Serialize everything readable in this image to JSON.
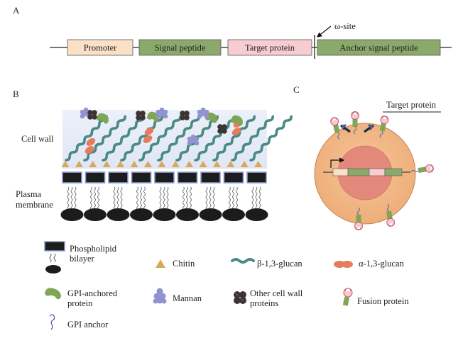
{
  "panels": {
    "a": "A",
    "b": "B",
    "c": "C"
  },
  "construct": {
    "segments": [
      {
        "label": "Promoter",
        "color": "#fbe0c6"
      },
      {
        "label": "Signal peptide",
        "color": "#8ba96a"
      },
      {
        "label": "Target protein",
        "color": "#f8ccd0"
      },
      {
        "label": "Anchor signal peptide",
        "color": "#8ba96a"
      }
    ],
    "site_label": "ω-site"
  },
  "cellwall": {
    "cell_wall_label": "Cell wall",
    "plasma_label_1": "Plasma",
    "plasma_label_2": "membrane"
  },
  "cell": {
    "target_label": "Target protein"
  },
  "legend": {
    "phospholipid_1": "Phospholipid",
    "phospholipid_2": "bilayer",
    "chitin": "Chitin",
    "beta_glucan": "β-1,3-glucan",
    "alpha_glucan": "α-1,3-glucan",
    "gpi_protein_1": "GPI-anchored",
    "gpi_protein_2": "protein",
    "mannan": "Mannan",
    "other_1": "Other cell wall",
    "other_2": "proteins",
    "fusion": "Fusion protein",
    "gpi_anchor": "GPI anchor"
  },
  "colors": {
    "wall_bg": "#e6ecf8",
    "glucan": "#4a8a85",
    "chitin": "#d9a85c",
    "alpha": "#e57c5e",
    "gpi": "#7fa655",
    "mannan": "#8f94d0",
    "other": "#3b3433",
    "lipid": "#1c1c1c",
    "cell": "#f0b583",
    "nucleus": "#e3897b"
  }
}
